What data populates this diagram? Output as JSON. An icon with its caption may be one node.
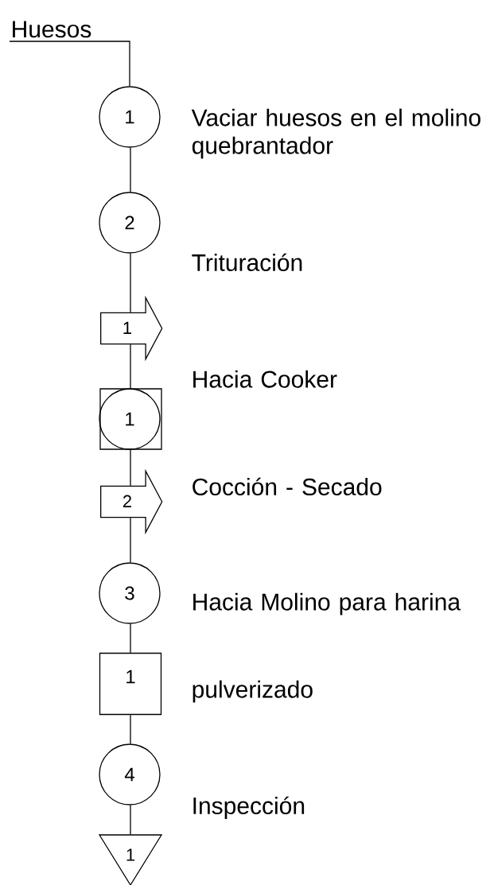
{
  "diagram": {
    "nodes": [
      {
        "text": [
          "Huesos"
        ]
      },
      {
        "text": [
          "1"
        ]
      },
      {
        "text": [
          "2"
        ]
      },
      {
        "text": [
          "1"
        ]
      },
      {
        "text": [
          "1"
        ]
      },
      {
        "text": [
          "2"
        ]
      },
      {
        "text": [
          "3"
        ]
      },
      {
        "text": [
          "1"
        ]
      },
      {
        "text": [
          "4"
        ]
      },
      {
        "text": [
          "1"
        ]
      }
    ],
    "edges": [
      {
        "from": 0,
        "to": 1,
        "arrow": "none"
      },
      {
        "from": 1,
        "to": 2,
        "arrow": "none"
      },
      {
        "from": 2,
        "to": 3,
        "arrow": "none"
      },
      {
        "from": 3,
        "to": 4,
        "arrow": "none"
      },
      {
        "from": 4,
        "to": 5,
        "arrow": "none"
      },
      {
        "from": 5,
        "to": 6,
        "arrow": "none"
      },
      {
        "from": 6,
        "to": 7,
        "arrow": "none"
      },
      {
        "from": 7,
        "to": 8,
        "arrow": "none"
      },
      {
        "from": 8,
        "to": 9,
        "arrow": "none"
      }
    ],
    "labels": [
      "Vaciar huesos en el molino quebrantador",
      "Trituración",
      "Hacia Cooker",
      "Cocción - Secado",
      "Hacia Molino para harina",
      "pulverizado",
      "Inspección"
    ]
  }
}
